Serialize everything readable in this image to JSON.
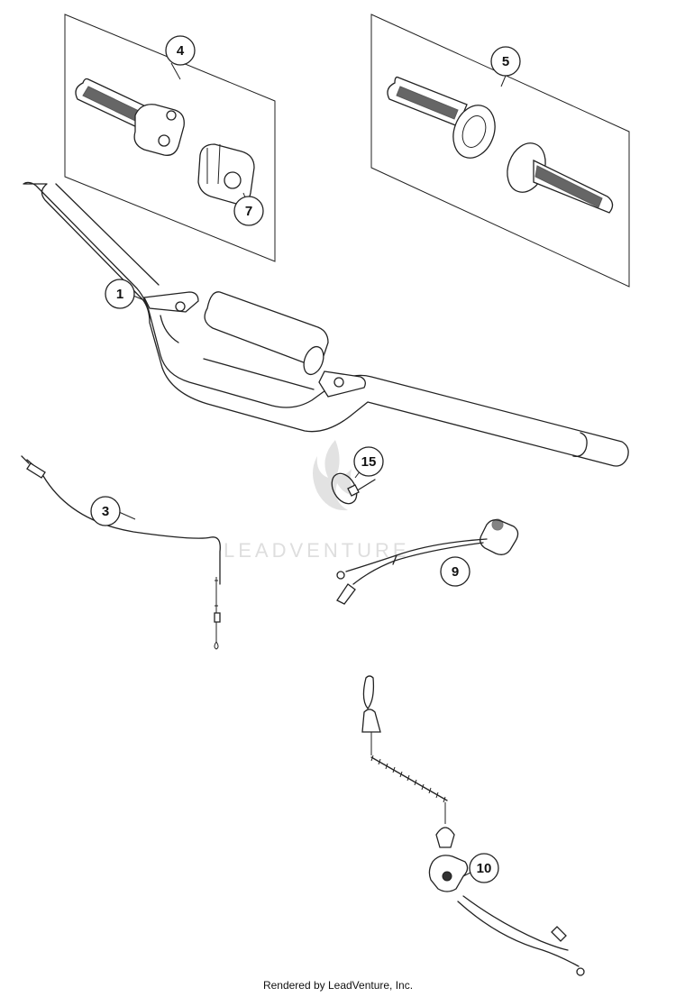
{
  "callouts": [
    {
      "id": "1",
      "label": "1"
    },
    {
      "id": "3",
      "label": "3"
    },
    {
      "id": "4",
      "label": "4"
    },
    {
      "id": "5",
      "label": "5"
    },
    {
      "id": "7",
      "label": "7"
    },
    {
      "id": "9",
      "label": "9"
    },
    {
      "id": "10",
      "label": "10"
    },
    {
      "id": "15",
      "label": "15"
    }
  ],
  "watermark": "LEADVENTURE",
  "footer": "Rendered by LeadVenture, Inc."
}
